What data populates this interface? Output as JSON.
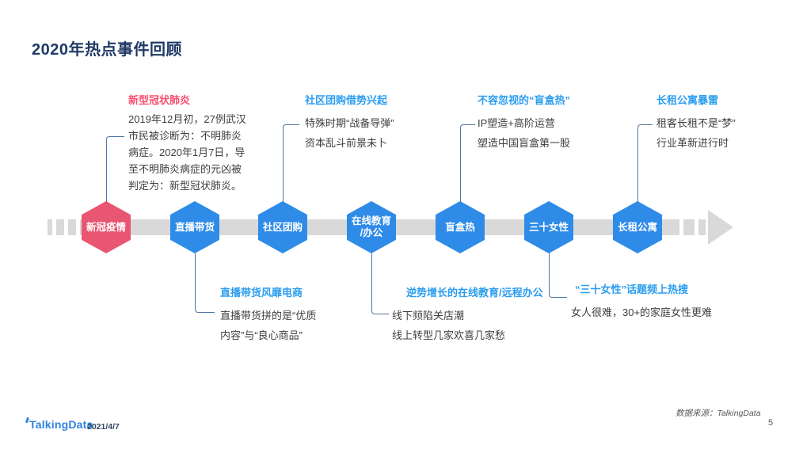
{
  "page": {
    "title": "2020年热点事件回顾",
    "footer": {
      "logo": "TalkingData",
      "date": "2021/4/7",
      "source": "数据来源：TalkingData",
      "page_number": "5"
    }
  },
  "colors": {
    "title_navy": "#203A66",
    "node_blue": "#2E8BE8",
    "node_red": "#E85672",
    "annotation_title_blue": "#2B9DF0",
    "annotation_title_red": "#FA4E6E",
    "timeline_gray": "#D9D9D9",
    "connector_blue_gray": "#4F75A3",
    "body_text": "#3F3F3F"
  },
  "timeline": {
    "nodes": [
      {
        "label": "新冠疫情"
      },
      {
        "label": "直播带货"
      },
      {
        "label": "社区团购"
      },
      {
        "label": "在线教育\n/办公"
      },
      {
        "label": "盲盒热"
      },
      {
        "label": "三十女性"
      },
      {
        "label": "长租公寓"
      }
    ]
  },
  "annotations": {
    "top": [
      {
        "title": "新型冠状肺炎",
        "body": "2019年12月初，27例武汉\n市民被诊断为：不明肺炎\n病症。2020年1月7日，导\n至不明肺炎病症的元凶被\n判定为：新型冠状肺炎。"
      },
      {
        "title": "社区团购借势兴起",
        "body": "特殊时期“战备导弹”\n资本乱斗前景未卜"
      },
      {
        "title": "不容忽视的“盲盒热”",
        "body": "IP塑造+高阶运营\n塑造中国盲盒第一股"
      },
      {
        "title": "长租公寓暴雷",
        "body": "租客长租不是“梦”\n行业革新进行时"
      }
    ],
    "bottom": [
      {
        "title": "直播带货风靡电商",
        "body": "直播带货拼的是“优质\n内容”与“良心商品”"
      },
      {
        "title": "逆势增长的在线教育/远程办公",
        "body": "线下频陷关店潮\n线上转型几家欢喜几家愁"
      },
      {
        "title": "“三十女性”话题频上热搜",
        "body": "女人很难，30+的家庭女性更难"
      }
    ]
  }
}
